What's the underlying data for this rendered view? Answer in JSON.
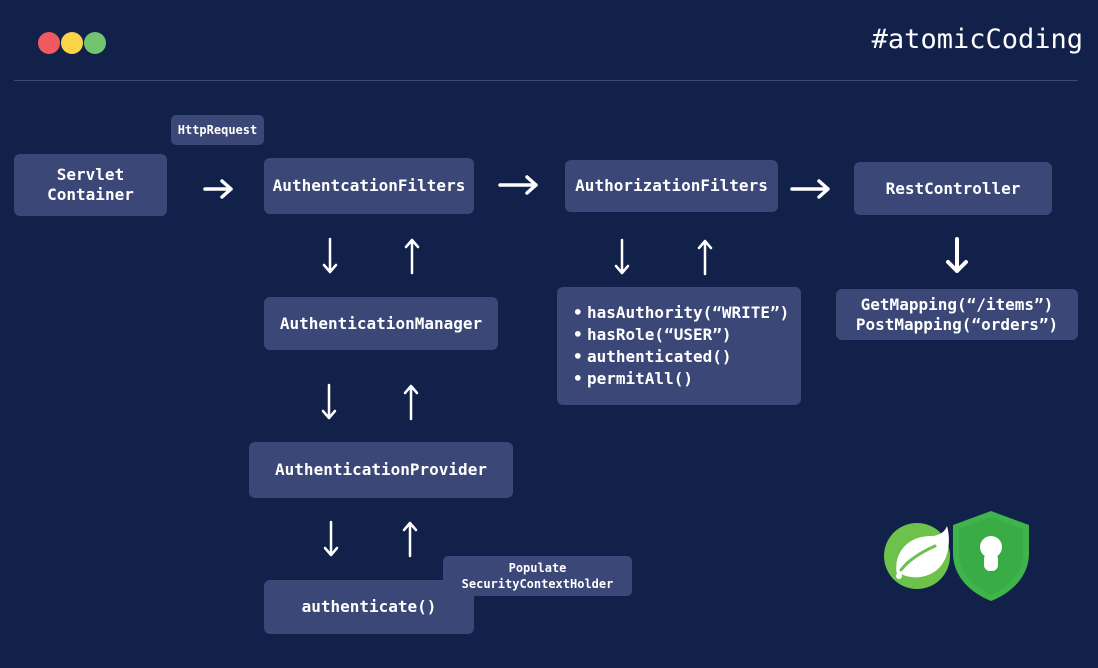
{
  "header": {
    "window_dots": [
      "#f05a5f",
      "#fbd348",
      "#73c46e"
    ],
    "hashtag": "#atomicCoding"
  },
  "diagram": {
    "http_request": "HttpRequest",
    "servlet_container": [
      "Servlet",
      "Container"
    ],
    "authentication_filters": "AuthentcationFilters",
    "authorization_filters": "AuthorizationFilters",
    "rest_controller": "RestController",
    "authentication_manager": "AuthenticationManager",
    "authentication_provider": "AuthenticationProvider",
    "authenticate": "authenticate()",
    "populate_context": [
      "Populate",
      "SecurityContextHolder"
    ],
    "authorization_rules": [
      "hasAuthority(“WRITE”)",
      "hasRole(“USER”)",
      "authenticated()",
      "permitAll()"
    ],
    "mappings": [
      "GetMapping(“/items”)",
      "PostMapping(“orders”)"
    ],
    "list_bullet": "•"
  },
  "colors": {
    "background": "#12214a",
    "box": "#3a4777",
    "spring_green": "#6cc24a",
    "shield_green": "#3fb44a"
  },
  "icons": [
    "spring-leaf-icon",
    "security-shield-icon"
  ]
}
